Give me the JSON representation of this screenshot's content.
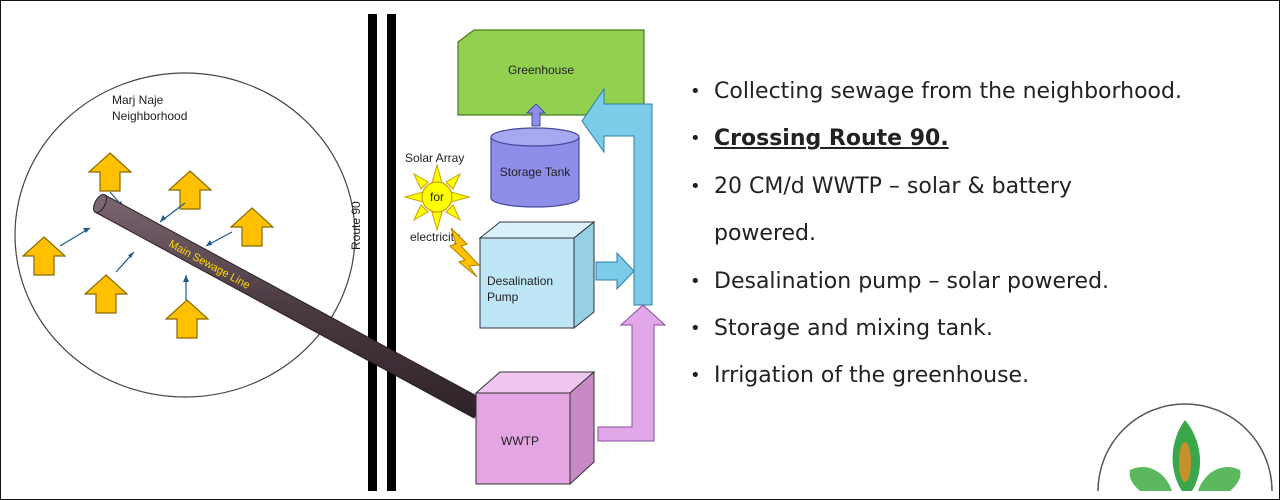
{
  "diagram": {
    "neighborhood_label_line1": "Marj Naje",
    "neighborhood_label_line2": "Neighborhood",
    "route_label": "Route 90",
    "sewage_line_label": "Main Sewage Line",
    "greenhouse_label": "Greenhouse",
    "storage_tank_label": "Storage Tank",
    "solar_label_top": "Solar Array",
    "solar_label_center": "for",
    "solar_label_bottom": "electricity",
    "pump_label_line1": "Desalination",
    "pump_label_line2": "Pump",
    "wwtp_label": "WWTP"
  },
  "bullets": [
    {
      "text": "Collecting sewage from the neighborhood.",
      "style": "normal"
    },
    {
      "text": "Crossing Route 90.",
      "style": "bold-underline"
    },
    {
      "text": "20 CM/d WWTP – solar & battery",
      "style": "normal"
    },
    {
      "text": "powered.",
      "style": "continuation"
    },
    {
      "text": "Desalination pump – solar powered.",
      "style": "normal"
    },
    {
      "text": "Storage and mixing tank.",
      "style": "normal"
    },
    {
      "text": "Irrigation of the greenhouse.",
      "style": "normal"
    }
  ],
  "colors": {
    "greenhouse": "#92d050",
    "storage_tank": "#8e8ee8",
    "pump": "#bfe6f7",
    "wwtp": "#e3a6e3",
    "house_arrows": "#ffc000",
    "sun": "#ffff00",
    "pipe": "#5a4650",
    "blue_arrow": "#7ccbe8",
    "pink_arrow": "#e0a8e8",
    "route": "#000000"
  }
}
